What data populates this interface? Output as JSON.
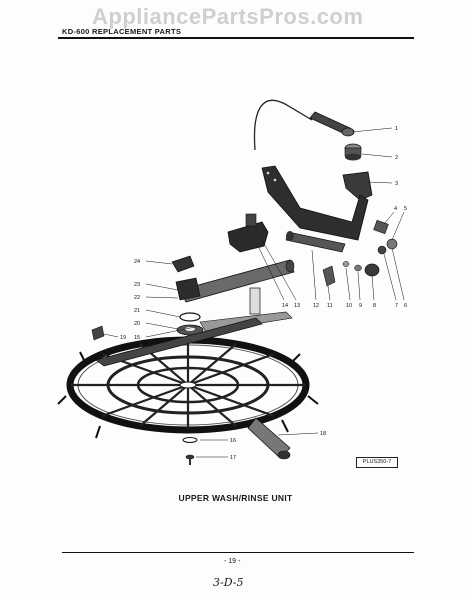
{
  "watermark": "AppliancePartsPros.com",
  "header": {
    "label": "KD-600 REPLACEMENT PARTS"
  },
  "figure": {
    "caption": "UPPER WASH/RINSE UNIT",
    "reference_code": "PLUS350-7",
    "callouts": [
      "1",
      "2",
      "3",
      "4",
      "5",
      "6",
      "7",
      "8",
      "9",
      "10",
      "11",
      "12",
      "13",
      "14",
      "15",
      "16",
      "17",
      "18",
      "19",
      "20",
      "21",
      "22",
      "23",
      "24"
    ]
  },
  "footer": {
    "page_number": "- 19 -",
    "handwritten_note": "3-D-5"
  }
}
